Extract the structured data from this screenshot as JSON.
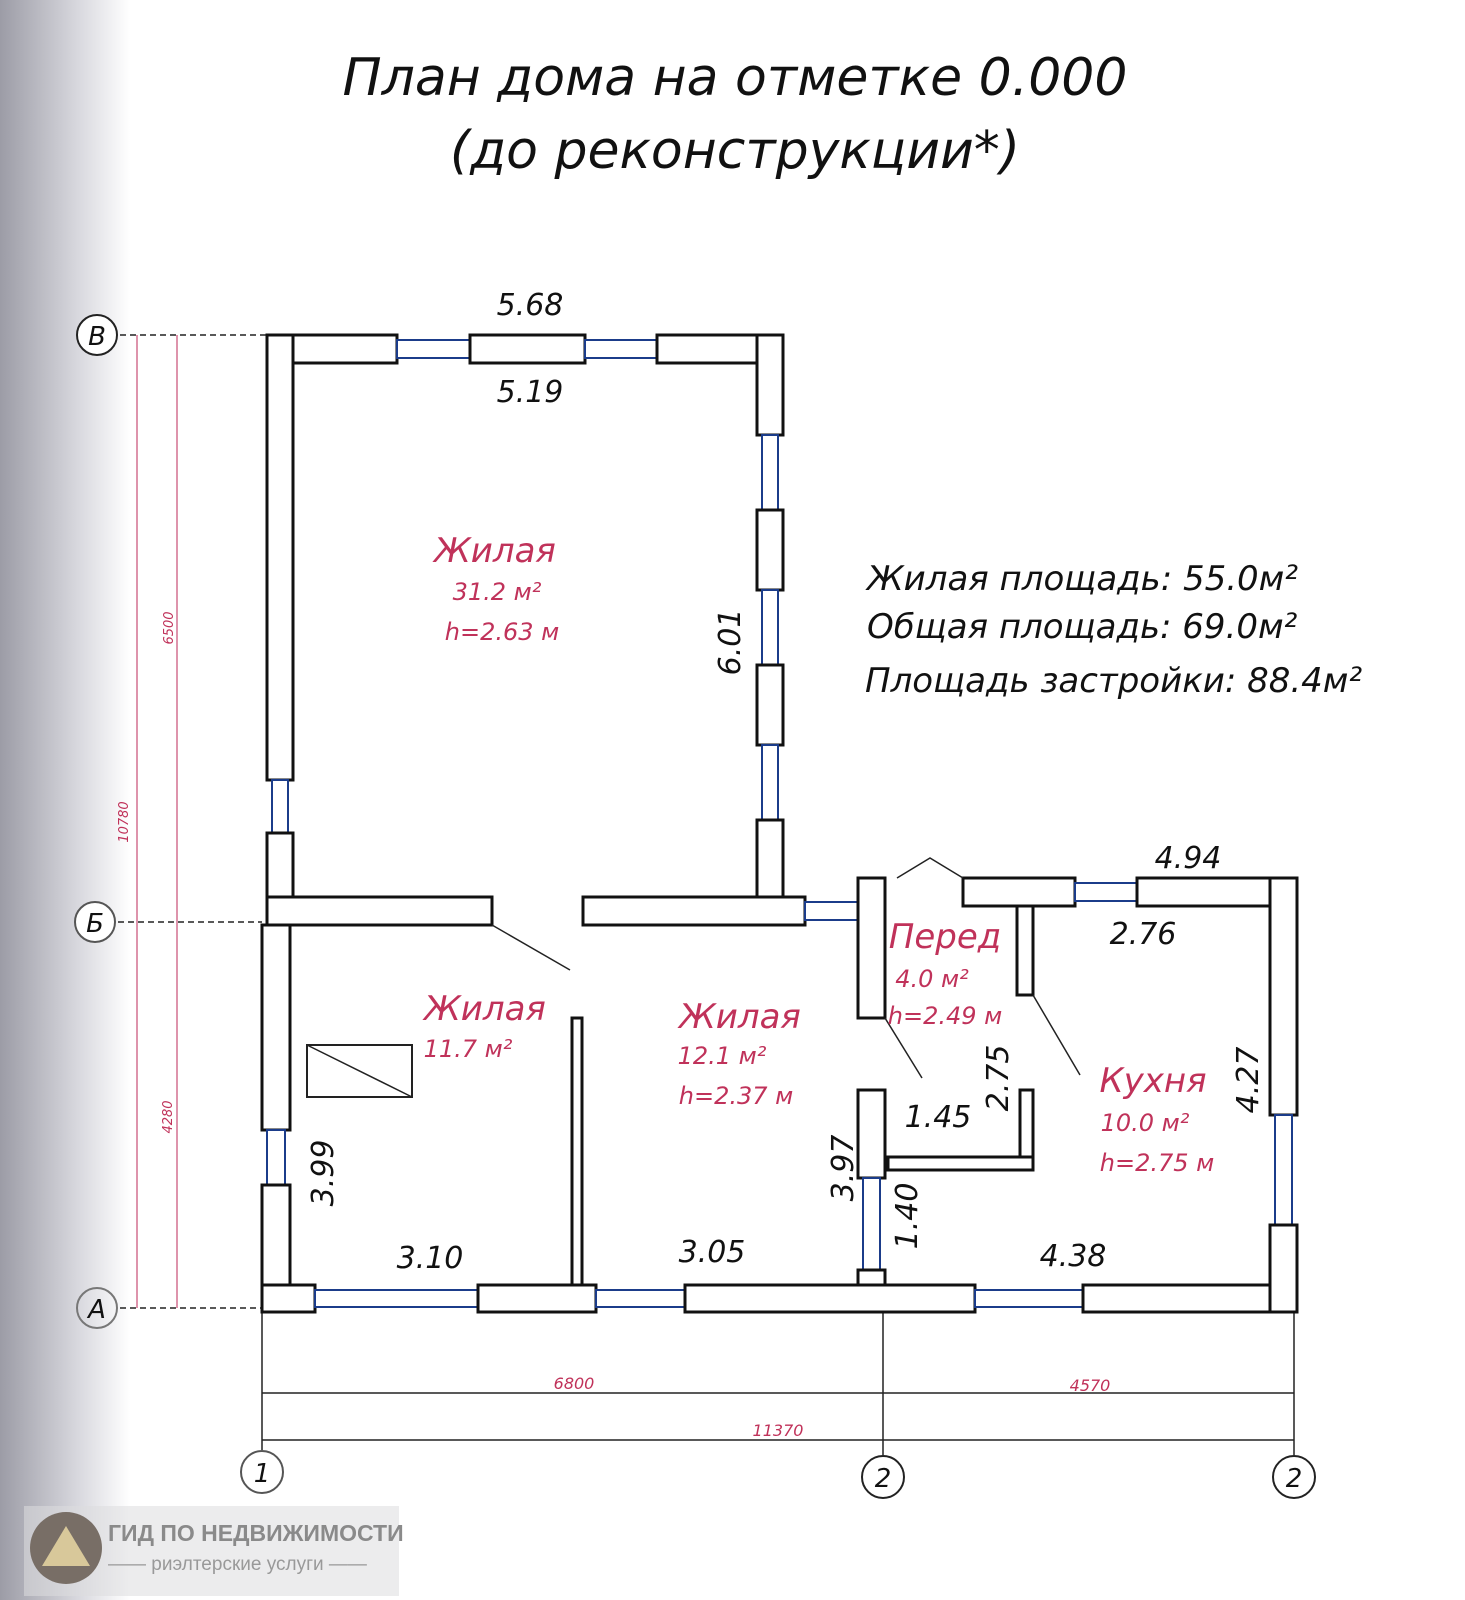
{
  "title": {
    "line1": "План дома на отметке 0.000",
    "line2": "(до реконструкции*)"
  },
  "summary": {
    "living": "Жилая площадь: 55.0м²",
    "total": "Общая площадь: 69.0м²",
    "built": "Площадь застройки: 88.4м²"
  },
  "rooms": [
    {
      "name": "Жилая",
      "area": "31.2 м²",
      "height": "h=2.63 м"
    },
    {
      "name": "Жилая",
      "area": "11.7 м²",
      "height": ""
    },
    {
      "name": "Жилая",
      "area": "12.1 м²",
      "height": "h=2.37 м"
    },
    {
      "name": "Перед",
      "area": "4.0 м²",
      "height": "h=2.49 м"
    },
    {
      "name": "Кухня",
      "area": "10.0 м²",
      "height": "h=2.75 м"
    }
  ],
  "dimensions": {
    "top_outer": "5.68",
    "top_inner": "5.19",
    "right_top": "6.01",
    "right_block_outer": "4.94",
    "right_block_inner": "2.76",
    "kitchen_right": "4.27",
    "vest_w": "1.45",
    "vest_h": "2.75",
    "left": "3.99",
    "b1": "3.10",
    "b2": "3.05",
    "mid": "3.97",
    "small": "1.40",
    "b3": "4.38"
  },
  "overall_dims": {
    "d6500": "6500",
    "d10780": "10780",
    "d4280": "4280",
    "d6800": "6800",
    "d4570": "4570",
    "d11370": "11370"
  },
  "axes": {
    "v": "В",
    "b": "Б",
    "a": "А",
    "one": "1",
    "two_a": "2",
    "two_b": "2"
  },
  "watermark": {
    "name": "ГИД ПО НЕДВИЖИМОСТИ",
    "tagline": "—— риэлтерские услуги ——"
  },
  "colors": {
    "room_labels": "#c0325a",
    "windows": "#1b3c8a",
    "walls": "#111111"
  }
}
